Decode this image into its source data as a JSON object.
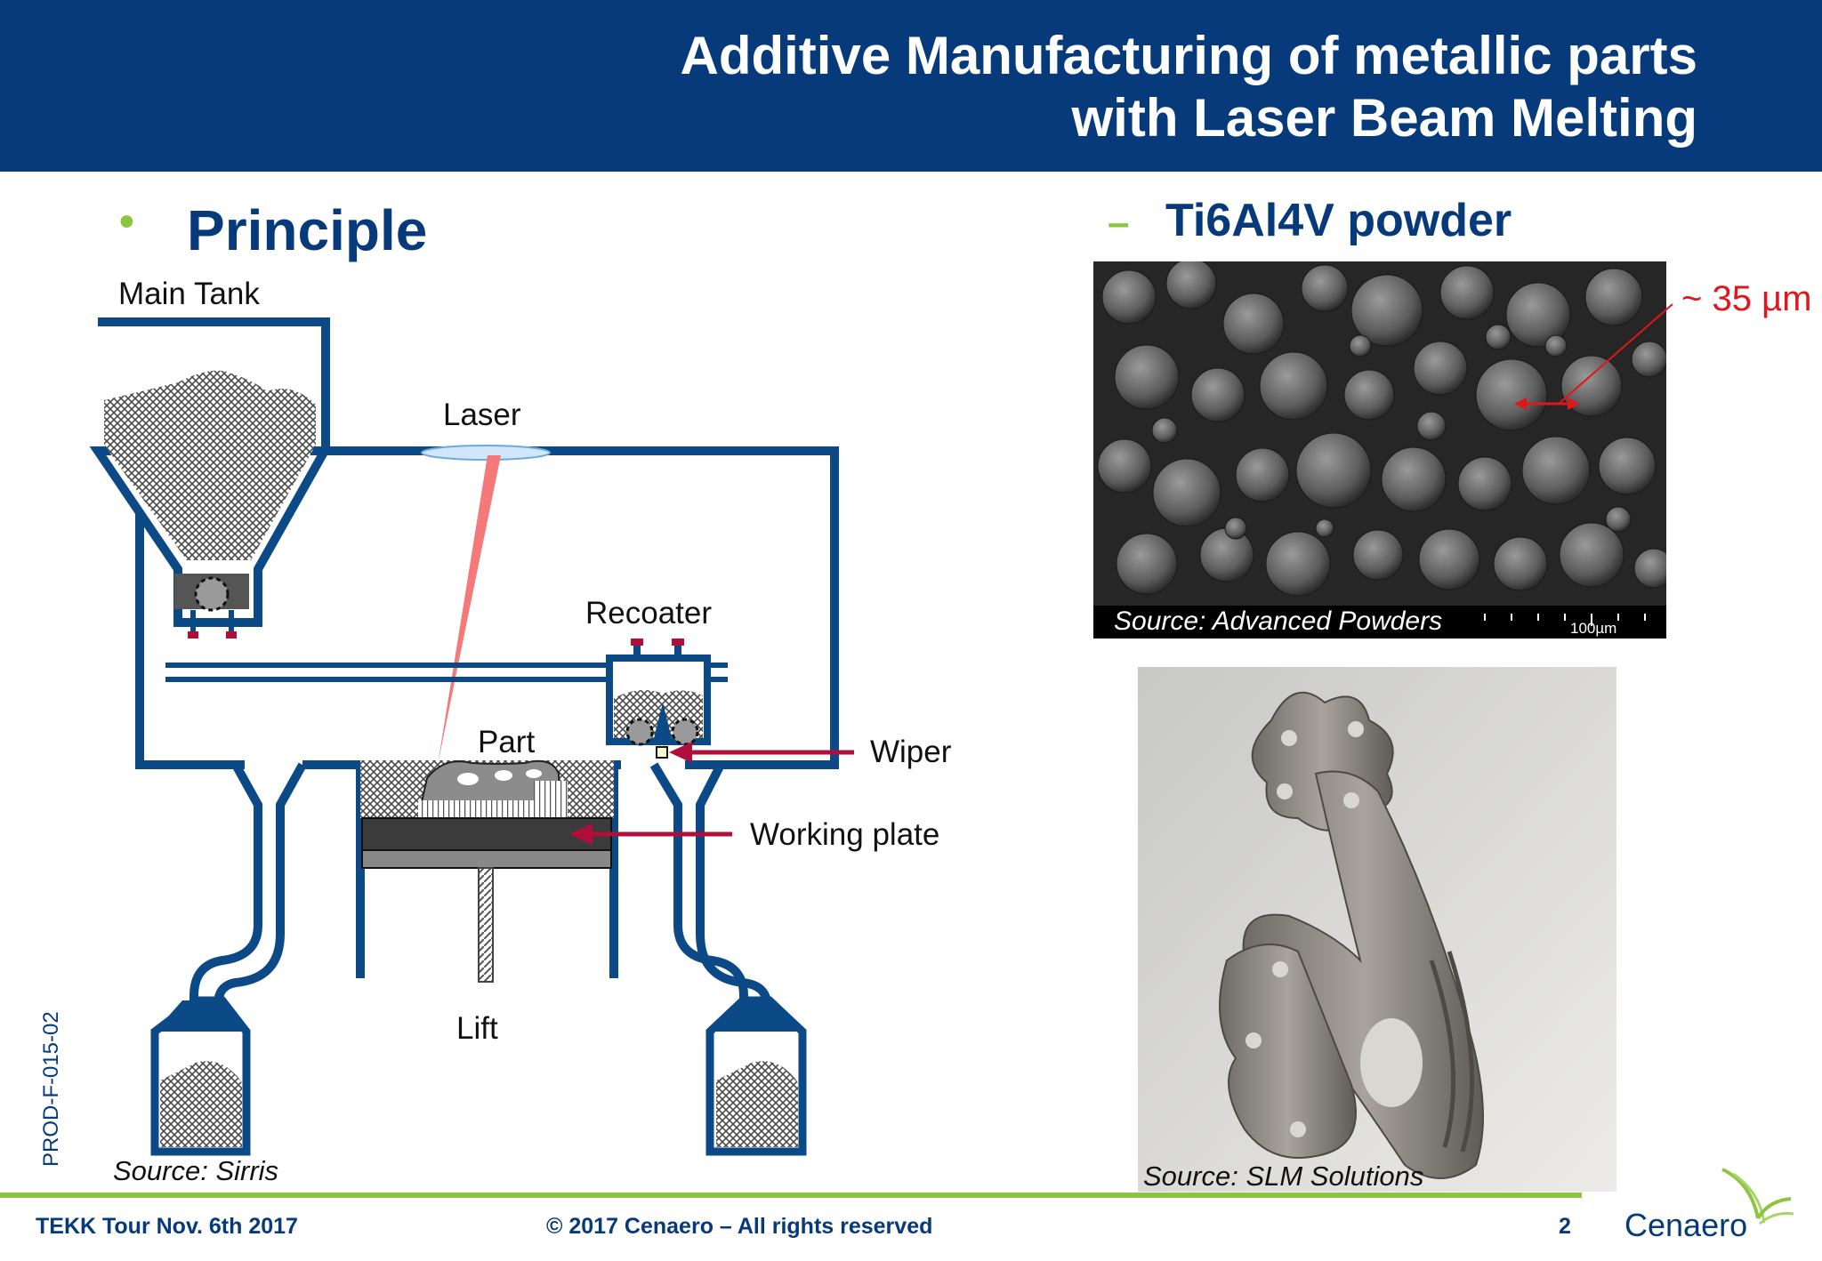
{
  "header": {
    "title_line1": "Additive Manufacturing of metallic parts",
    "title_line2": "with Laser Beam Melting"
  },
  "left": {
    "bullet": "•",
    "heading": "Principle",
    "labels": {
      "main_tank": "Main Tank",
      "laser": "Laser",
      "recoater": "Recoater",
      "part": "Part",
      "wiper": "Wiper",
      "working_plate": "Working plate",
      "lift": "Lift"
    },
    "source": "Source: Sirris"
  },
  "right": {
    "dash": "–",
    "heading": "Ti6Al4V powder",
    "size_label": "~ 35 µm",
    "powder_source": "Source: Advanced Powders",
    "scale_label": "100µm",
    "part_source": "Source: SLM Solutions"
  },
  "side_code": "PROD-F-015-02",
  "footer": {
    "event": "TEKK Tour Nov. 6th 2017",
    "copyright": "© 2017 Cenaero – All rights reserved",
    "page": "2",
    "logo": "Cenaero"
  },
  "colors": {
    "header_blue": "#063a7b",
    "accent_green": "#8cc63f",
    "arrow_red": "#b00f3c",
    "laser_red": "#f47a7a",
    "measure_red": "#e0161d"
  }
}
